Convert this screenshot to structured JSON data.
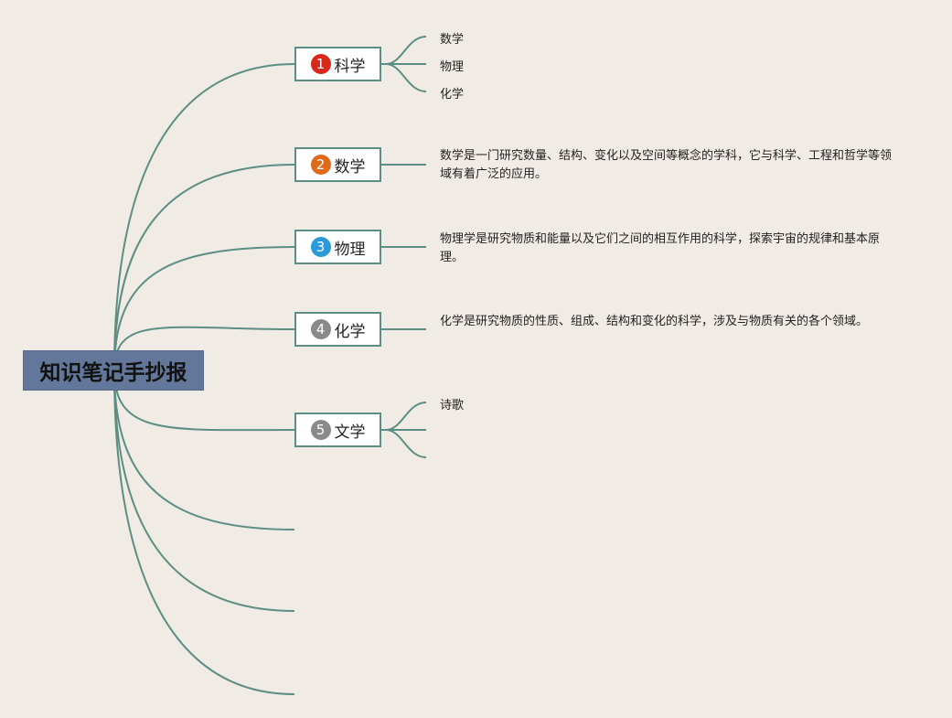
{
  "root": {
    "label": "知识笔记手抄报"
  },
  "colors": {
    "line": "#5c8e84",
    "root_bg": "#62779a",
    "badge_1": "#d7281b",
    "badge_2": "#e06a1b",
    "badge_3": "#2a9ad8",
    "badge_4": "#8a8a8a",
    "badge_5": "#8a8a8a"
  },
  "topics": [
    {
      "number": "1",
      "label": "科学",
      "badge_color": "#d7281b",
      "children": [
        "数学",
        "物理",
        "化学"
      ]
    },
    {
      "number": "2",
      "label": "数学",
      "badge_color": "#e06a1b",
      "text": "数学是一门研究数量、结构、变化以及空间等概念的学科，它与科学、工程和哲学等领域有着广泛的应用。"
    },
    {
      "number": "3",
      "label": "物理",
      "badge_color": "#2a9ad8",
      "text": "物理学是研究物质和能量以及它们之间的相互作用的科学，探索宇宙的规律和基本原理。"
    },
    {
      "number": "4",
      "label": "化学",
      "badge_color": "#8a8a8a",
      "text": "化学是研究物质的性质、组成、结构和变化的科学，涉及与物质有关的各个领域。"
    },
    {
      "number": "5",
      "label": "文学",
      "badge_color": "#8a8a8a",
      "children": [
        "诗歌",
        "",
        ""
      ]
    }
  ]
}
